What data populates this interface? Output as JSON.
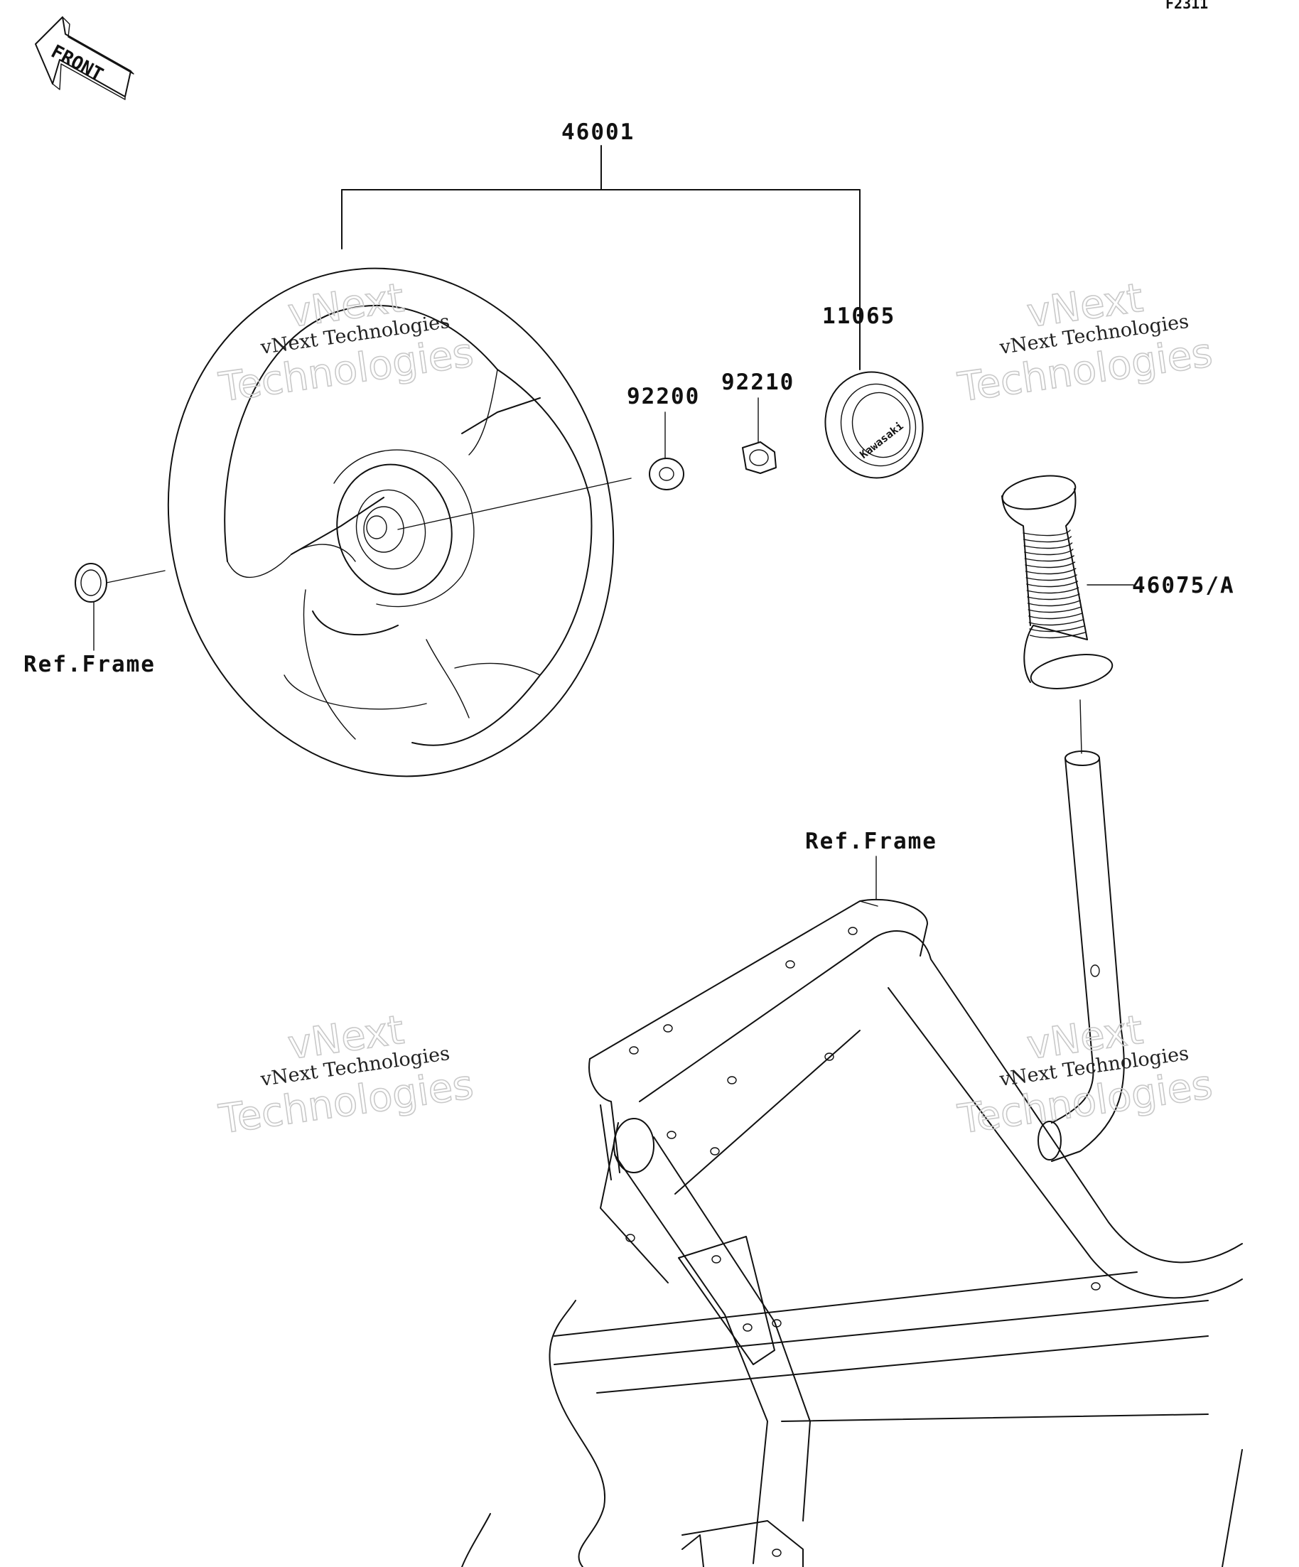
{
  "diagram": {
    "code": "F2311",
    "front_label": "FRONT",
    "parts": {
      "steering_wheel_assy": "46001",
      "emblem": "11065",
      "washer": "92200",
      "nut": "92210",
      "grip": "46075/A"
    },
    "references": {
      "frame_left": "Ref.Frame",
      "frame_center": "Ref.Frame"
    },
    "emblem_text": "Kawasaki",
    "watermarks": [
      {
        "line1": "vNext",
        "line2": "vNext Technologies",
        "line3": "Technologies"
      },
      {
        "line1": "vNext",
        "line2": "vNext Technologies",
        "line3": "Technologies"
      },
      {
        "line1": "vNext",
        "line2": "vNext Technologies",
        "line3": "Technologies"
      },
      {
        "line1": "vNext",
        "line2": "vNext Technologies",
        "line3": "Technologies"
      }
    ]
  }
}
